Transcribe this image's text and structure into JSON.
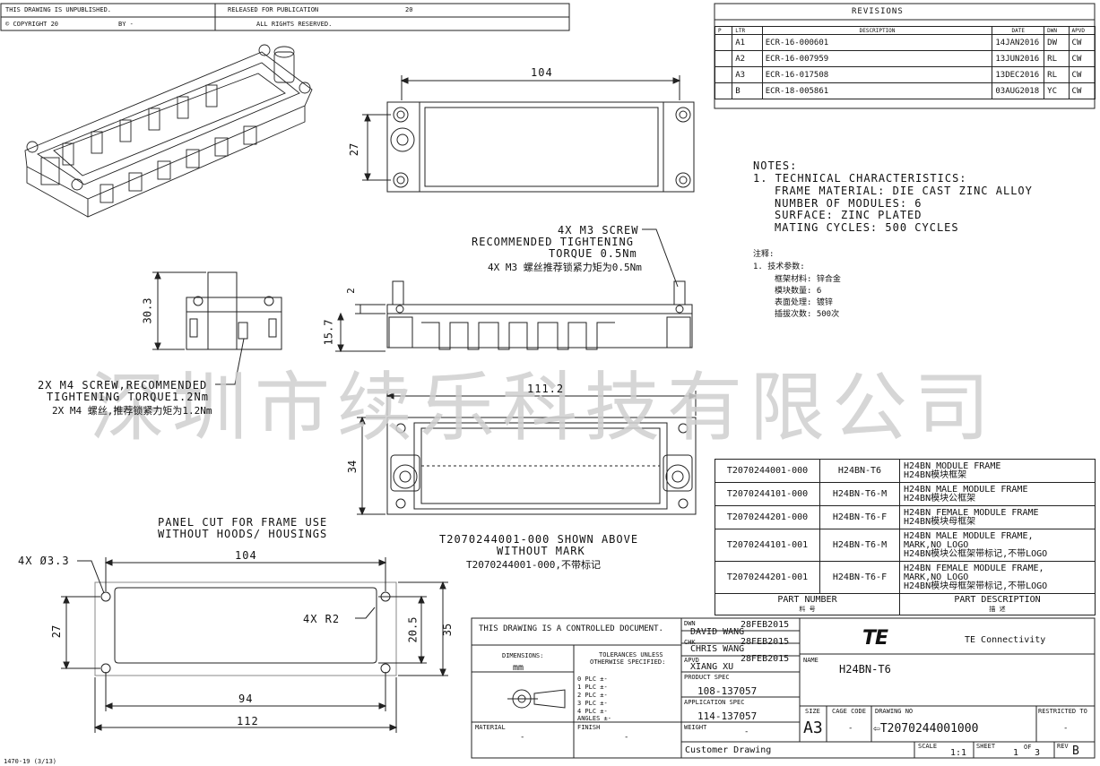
{
  "header": {
    "unpublished": "THIS DRAWING IS UNPUBLISHED.",
    "released": "RELEASED FOR PUBLICATION",
    "released_year": "20",
    "copyright": "COPYRIGHT 20",
    "by": "BY -",
    "rights": "ALL RIGHTS RESERVED."
  },
  "revisions": {
    "title": "REVISIONS",
    "headers": [
      "P",
      "LTR",
      "DESCRIPTION",
      "DATE",
      "DWN",
      "APVD"
    ],
    "rows": [
      {
        "ltr": "A1",
        "desc": "ECR-16-000601",
        "date": "14JAN2016",
        "dwn": "DW",
        "apvd": "CW"
      },
      {
        "ltr": "A2",
        "desc": "ECR-16-007959",
        "date": "13JUN2016",
        "dwn": "RL",
        "apvd": "CW"
      },
      {
        "ltr": "A3",
        "desc": "ECR-16-017508",
        "date": "13DEC2016",
        "dwn": "RL",
        "apvd": "CW"
      },
      {
        "ltr": "B",
        "desc": "ECR-18-005861",
        "date": "03AUG2018",
        "dwn": "YC",
        "apvd": "CW"
      }
    ]
  },
  "notes": {
    "title": "NOTES:",
    "lines": [
      "1.  TECHNICAL CHARACTERISTICS:",
      "FRAME MATERIAL: DIE CAST ZINC ALLOY",
      "NUMBER OF MODULES: 6",
      "SURFACE: ZINC PLATED",
      "MATING CYCLES: 500 CYCLES"
    ],
    "cn_title": "注释:",
    "cn_lines": [
      "1.  技术参数:",
      "框架材料:  锌合金",
      "模块数量:  6",
      "表面处理:  镀锌",
      "插拔次数:  500次"
    ]
  },
  "dims": {
    "top_width": "104",
    "top_height": "27",
    "side_h1": "30.3",
    "side_gap": "2",
    "side_h2": "15.7",
    "bottom_width": "111.2",
    "bottom_height": "34",
    "cut_hole": "4X Ø3.3",
    "cut_104": "104",
    "cut_27": "27",
    "cut_r2": "4X R2",
    "cut_205": "20.5",
    "cut_35": "35",
    "cut_94": "94",
    "cut_112": "112"
  },
  "callouts": {
    "m3_1": "4X M3 SCREW",
    "m3_2": "RECOMMENDED TIGHTENING",
    "m3_3": "TORQUE 0.5Nm",
    "m3_4": "4X M3 螺丝推荐锁紧力矩为0.5Nm",
    "m4_1": "2X M4 SCREW,RECOMMENDED",
    "m4_2": "TIGHTENING TORQUE1.2Nm",
    "m4_3": "2X M4 螺丝,推荐锁紧力矩为1.2Nm",
    "panel_1": "PANEL CUT FOR FRAME USE",
    "panel_2": "WITHOUT HOODS/ HOUSINGS",
    "shown_1": "T2070244001-000 SHOWN ABOVE",
    "shown_2": "WITHOUT MARK",
    "shown_3": "T2070244001-000,不带标记"
  },
  "watermark": "深圳市续乐科技有限公司",
  "parts": {
    "rows": [
      {
        "pn": "T2070244001-000",
        "name": "H24BN-T6",
        "desc": [
          "H24BN MODULE FRAME",
          "H24BN模块框架"
        ]
      },
      {
        "pn": "T2070244101-000",
        "name": "H24BN-T6-M",
        "desc": [
          "H24BN MALE MODULE FRAME",
          "H24BN模块公框架"
        ]
      },
      {
        "pn": "T2070244201-000",
        "name": "H24BN-T6-F",
        "desc": [
          "H24BN FEMALE MODULE FRAME",
          "H24BN模块母框架"
        ]
      },
      {
        "pn": "T2070244101-001",
        "name": "H24BN-T6-M",
        "desc": [
          "H24BN MALE MODULE FRAME,",
          "MARK,NO LOGO",
          "H24BN模块公框架带标记,不带LOGO"
        ]
      },
      {
        "pn": "T2070244201-001",
        "name": "H24BN-T6-F",
        "desc": [
          "H24BN FEMALE MODULE FRAME,",
          "MARK,NO LOGO",
          "H24BN模块母框架带标记,不带LOGO"
        ]
      }
    ],
    "hdr_pn": "PART NUMBER",
    "hdr_pn_cn": "料 号",
    "hdr_desc": "PART DESCRIPTION",
    "hdr_desc_cn": "描 述"
  },
  "titleblock": {
    "controlled": "THIS DRAWING IS A CONTROLLED DOCUMENT.",
    "dimensions": "DIMENSIONS:",
    "mm": "mm",
    "tol_1": "TOLERANCES UNLESS",
    "tol_2": "OTHERWISE SPECIFIED:",
    "plc": [
      "0 PLC   ±-",
      "1 PLC   ±-",
      "2 PLC   ±-",
      "3 PLC   ±-",
      "4 PLC   ±-",
      "ANGLES  ±-"
    ],
    "material": "MATERIAL",
    "material_val": "-",
    "finish": "FINISH",
    "finish_val": "-",
    "dwn_lbl": "DWN",
    "dwn": "DAVID WANG",
    "dwn_date": "28FEB2015",
    "chk_lbl": "CHK",
    "chk": "CHRIS WANG",
    "chk_date": "28FEB2015",
    "apvd_lbl": "APVD",
    "apvd": "XIANG XU",
    "apvd_date": "28FEB2015",
    "prod_spec_lbl": "PRODUCT SPEC",
    "prod_spec": "108-137057",
    "app_spec_lbl": "APPLICATION SPEC",
    "app_spec": "114-137057",
    "weight_lbl": "WEIGHT",
    "weight": "-",
    "logo": "TE",
    "company": "TE Connectivity",
    "name_lbl": "NAME",
    "name": "H24BN-T6",
    "size_lbl": "SIZE",
    "size": "A3",
    "cage_lbl": "CAGE CODE",
    "cage": "-",
    "dwg_lbl": "DRAWING NO",
    "dwg": "T2070244001000",
    "restricted": "RESTRICTED TO",
    "restricted_val": "-",
    "customer": "Customer Drawing",
    "scale_lbl": "SCALE",
    "scale": "1:1",
    "sheet_lbl": "SHEET",
    "sheet": "1",
    "of": "OF",
    "sheets": "3",
    "rev_lbl": "REV",
    "rev": "B"
  },
  "footer": "1470-19 (3/13)"
}
